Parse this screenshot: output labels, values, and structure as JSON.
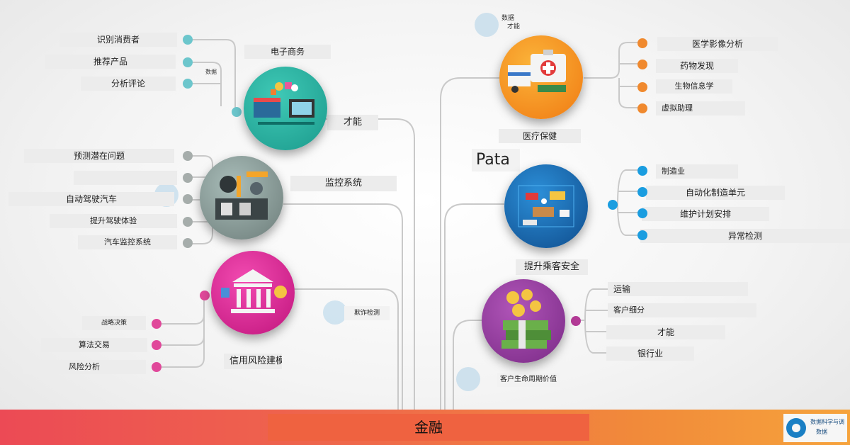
{
  "colors": {
    "teal": "#6cc6cc",
    "gray": "#a6adab",
    "magenta": "#e0489a",
    "orange": "#f0892e",
    "blue": "#1a9de0",
    "purple": "#b33a96",
    "line": "#c9c9c9"
  },
  "center": {
    "title": "金融"
  },
  "logo": {
    "line1": "数据科学与调",
    "line2": "数据"
  },
  "talent_top": {
    "line1": "数据",
    "line2": "才能"
  },
  "pata_label": "Pata",
  "watermark_left": "数据",
  "left_branches": [
    {
      "title": "电子商务",
      "sub_label": "才能",
      "icon": "ecommerce-icon",
      "items": [
        "识别消费者",
        "推荐产品",
        "分析评论"
      ]
    },
    {
      "title": "监控系统",
      "icon": "machinery-icon",
      "items": [
        "预测潜在问题",
        "",
        "自动驾驶汽车",
        "提升驾驶体验",
        "汽车监控系统"
      ]
    },
    {
      "title": "信用风险建模",
      "sub_label": "欺诈检测",
      "icon": "bank-icon",
      "items": [
        "战略决策",
        "算法交易",
        "风险分析"
      ]
    }
  ],
  "right_branches": [
    {
      "title": "医疗保健",
      "icon": "medical-kit-icon",
      "items": [
        "医学影像分析",
        "药物发现",
        "生物信息学",
        "虚拟助理"
      ]
    },
    {
      "title": "提升乘客安全",
      "icon": "logistics-icon",
      "items": [
        "制造业",
        "自动化制造单元",
        "维护计划安排",
        "异常检测"
      ]
    },
    {
      "title": "客户生命周期价值",
      "icon": "money-stack-icon",
      "items": [
        "运输",
        "客户细分",
        "才能",
        "银行业"
      ]
    }
  ]
}
